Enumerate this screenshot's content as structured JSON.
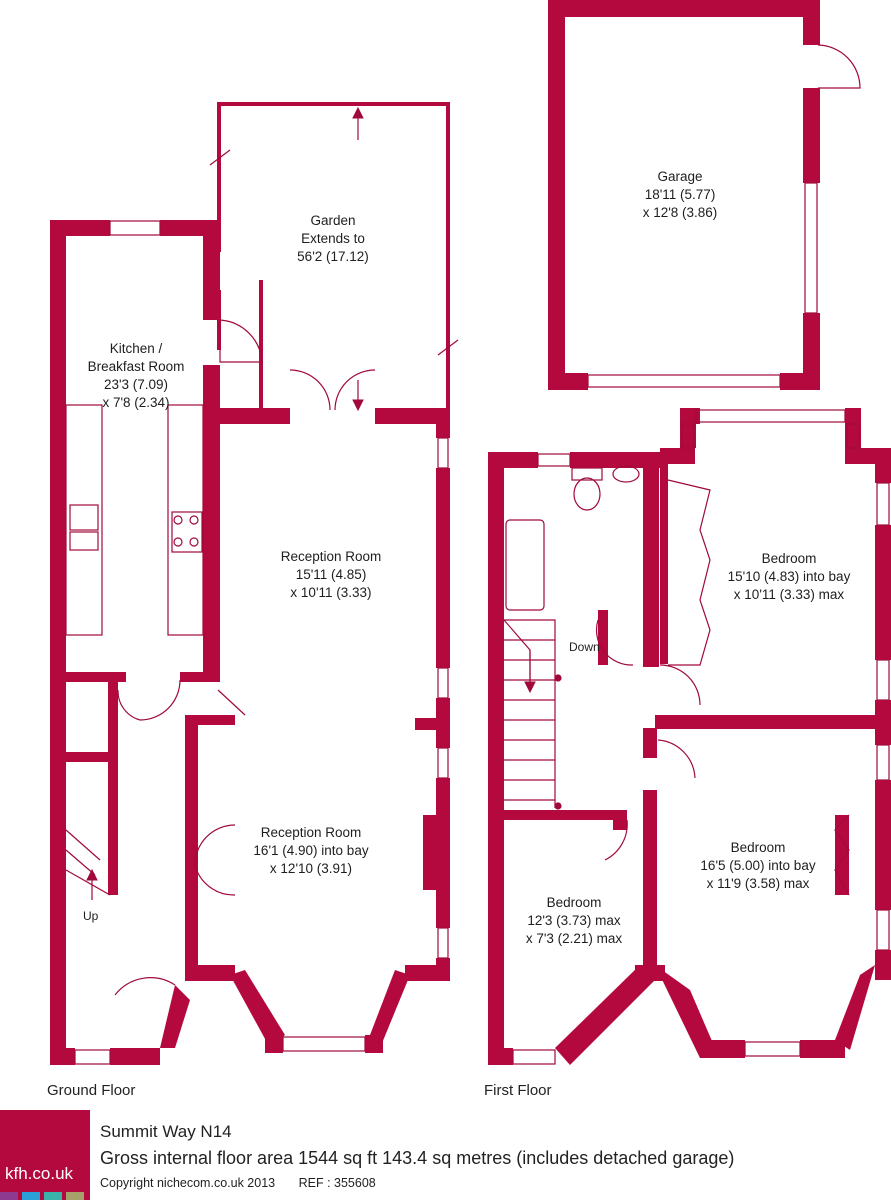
{
  "colors": {
    "wall": "#b3093f",
    "line": "#a00a3a",
    "window": "#ffffff",
    "text": "#222222"
  },
  "ground_floor": {
    "label": "Ground Floor",
    "garden": {
      "name": "Garden",
      "line2": "Extends to",
      "size": "56'2 (17.12)"
    },
    "kitchen": {
      "name": "Kitchen /",
      "name2": "Breakfast Room",
      "size1": "23'3 (7.09)",
      "size2": "x 7'8 (2.34)"
    },
    "reception1": {
      "name": "Reception Room",
      "size1": "15'11 (4.85)",
      "size2": "x 10'11 (3.33)"
    },
    "reception2": {
      "name": "Reception Room",
      "size1": "16'1 (4.90) into bay",
      "size2": "x 12'10 (3.91)"
    },
    "stairs_label": "Up"
  },
  "garage": {
    "name": "Garage",
    "size1": "18'11 (5.77)",
    "size2": "x 12'8 (3.86)"
  },
  "first_floor": {
    "label": "First Floor",
    "bedroom1": {
      "name": "Bedroom",
      "size1": "15'10 (4.83) into bay",
      "size2": "x 10'11 (3.33) max"
    },
    "bedroom2": {
      "name": "Bedroom",
      "size1": "16'5 (5.00) into bay",
      "size2": "x 11'9 (3.58) max"
    },
    "bedroom3": {
      "name": "Bedroom",
      "size1": "12'3 (3.73) max",
      "size2": "x 7'3 (2.21) max"
    },
    "stairs_label": "Down"
  },
  "footer": {
    "logo": "kfh.co.uk",
    "logo_colors": [
      "#8e3a8f",
      "#2a9fd8",
      "#3cb3a8",
      "#a6a06a"
    ],
    "title": "Summit Way  N14",
    "area": "Gross internal floor area 1544 sq ft 143.4 sq metres (includes detached garage)",
    "copyright": "Copyright nichecom.co.uk 2013",
    "ref": "REF : 355608"
  }
}
